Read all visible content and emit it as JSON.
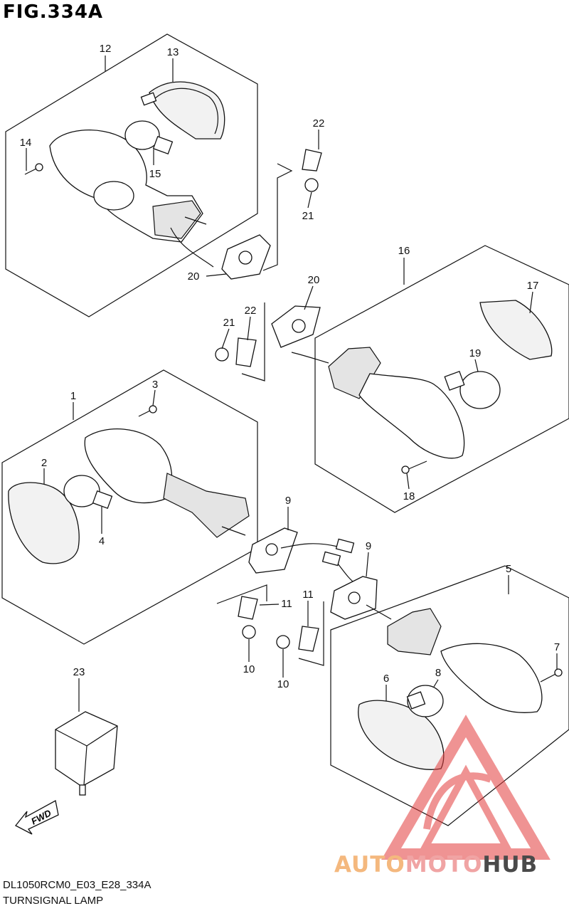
{
  "figure": {
    "title": "FIG.334A",
    "code": "DL1050RCM0_E03_E28_334A",
    "caption": "TURNSIGNAL LAMP",
    "fwd_label": "FWD"
  },
  "watermark": {
    "part1": "AUTO",
    "part2": "MOTO",
    "part3": "HUB",
    "colors": {
      "auto": "#f4b87e",
      "moto": "#f0a4a4",
      "hub": "#4a4a4a",
      "triangle": "#e23b3b"
    }
  },
  "callouts": [
    {
      "id": "c12",
      "text": "12"
    },
    {
      "id": "c13",
      "text": "13"
    },
    {
      "id": "c14",
      "text": "14"
    },
    {
      "id": "c15",
      "text": "15"
    },
    {
      "id": "c20a",
      "text": "20"
    },
    {
      "id": "c22a",
      "text": "22"
    },
    {
      "id": "c21a",
      "text": "21"
    },
    {
      "id": "c16",
      "text": "16"
    },
    {
      "id": "c17",
      "text": "17"
    },
    {
      "id": "c20b",
      "text": "20"
    },
    {
      "id": "c21b",
      "text": "21"
    },
    {
      "id": "c22b",
      "text": "22"
    },
    {
      "id": "c19",
      "text": "19"
    },
    {
      "id": "c18",
      "text": "18"
    },
    {
      "id": "c1",
      "text": "1"
    },
    {
      "id": "c3",
      "text": "3"
    },
    {
      "id": "c2",
      "text": "2"
    },
    {
      "id": "c4",
      "text": "4"
    },
    {
      "id": "c9a",
      "text": "9"
    },
    {
      "id": "c9b",
      "text": "9"
    },
    {
      "id": "c5",
      "text": "5"
    },
    {
      "id": "c11a",
      "text": "11"
    },
    {
      "id": "c11b",
      "text": "11"
    },
    {
      "id": "c10a",
      "text": "10"
    },
    {
      "id": "c10b",
      "text": "10"
    },
    {
      "id": "c7",
      "text": "7"
    },
    {
      "id": "c6",
      "text": "6"
    },
    {
      "id": "c8",
      "text": "8"
    },
    {
      "id": "c23",
      "text": "23"
    }
  ]
}
